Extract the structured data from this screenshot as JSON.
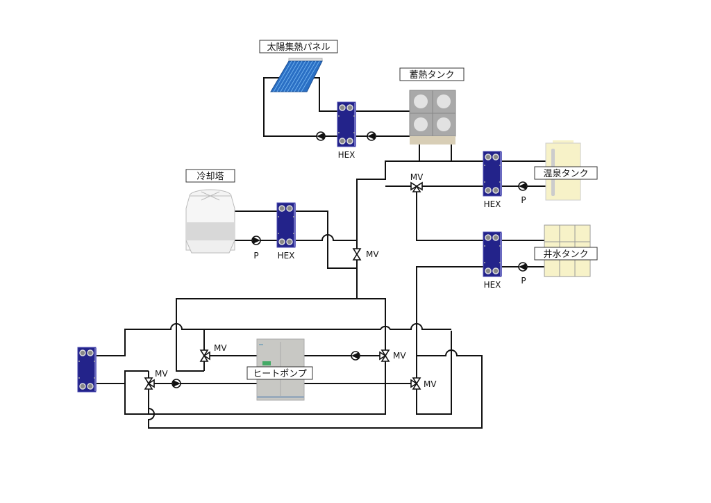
{
  "labels": {
    "solar_panel": "太陽集熱パネル",
    "storage_tank": "蓄熱タンク",
    "cooling_tower": "冷却塔",
    "hot_spring_tank": "温泉タンク",
    "well_water_tank": "井水タンク",
    "heat_pump": "ヒートポンプ"
  },
  "hex_label": "HEX",
  "pump_label": "P",
  "valve_label": "MV",
  "colors": {
    "hex_body": "#23238a",
    "solar_blue": "#2a6fc4",
    "tank_gray": "#a9a9a9",
    "tank_base": "#d8ceb6",
    "cream": "#f7f2c8",
    "heatpump_gray": "#c8c8c4"
  }
}
